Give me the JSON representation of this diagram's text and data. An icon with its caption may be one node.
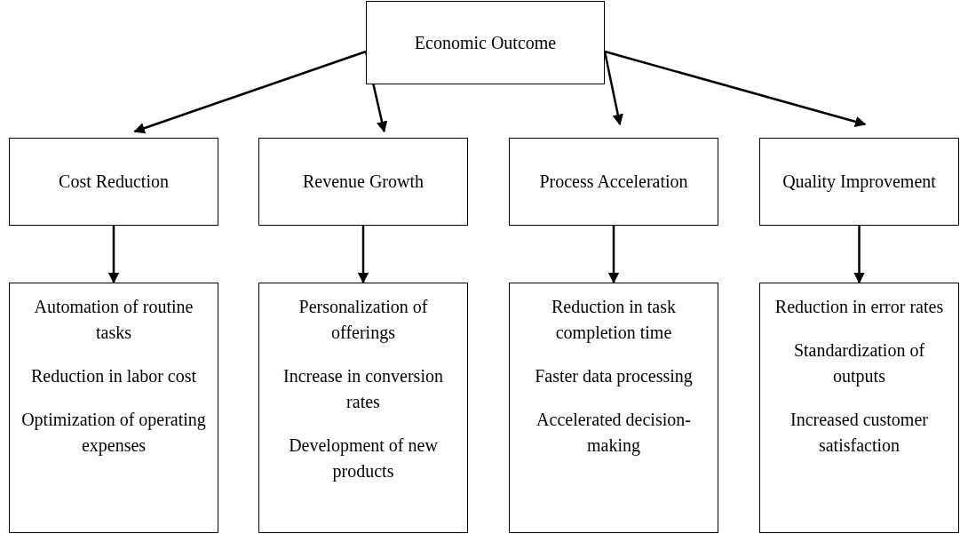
{
  "diagram": {
    "nodes": [
      {
        "text": [
          "Economic Outcome"
        ]
      },
      {
        "text": [
          "Cost Reduction"
        ]
      },
      {
        "text": [
          "Revenue Growth"
        ]
      },
      {
        "text": [
          "Process Acceleration"
        ]
      },
      {
        "text": [
          "Quality Improvement"
        ]
      },
      {
        "text": [
          "Automation of routine tasks",
          "Reduction in labor cost",
          "Optimization of operating expenses"
        ]
      },
      {
        "text": [
          "Personalization of offerings",
          "Increase in conversion rates",
          "Development of new products"
        ]
      },
      {
        "text": [
          "Reduction in task completion time",
          "Faster data processing",
          "Accelerated decision-making"
        ]
      },
      {
        "text": [
          "Reduction in error rates",
          "Standardization of outputs",
          "Increased customer satisfaction"
        ]
      }
    ],
    "edges": [
      {
        "from": 0,
        "to": 1,
        "arrow": "to"
      },
      {
        "from": 0,
        "to": 2,
        "arrow": "to"
      },
      {
        "from": 0,
        "to": 3,
        "arrow": "to"
      },
      {
        "from": 0,
        "to": 4,
        "arrow": "to"
      },
      {
        "from": 1,
        "to": 5,
        "arrow": "to"
      },
      {
        "from": 2,
        "to": 6,
        "arrow": "to"
      },
      {
        "from": 3,
        "to": 7,
        "arrow": "to"
      },
      {
        "from": 4,
        "to": 8,
        "arrow": "to"
      }
    ]
  }
}
